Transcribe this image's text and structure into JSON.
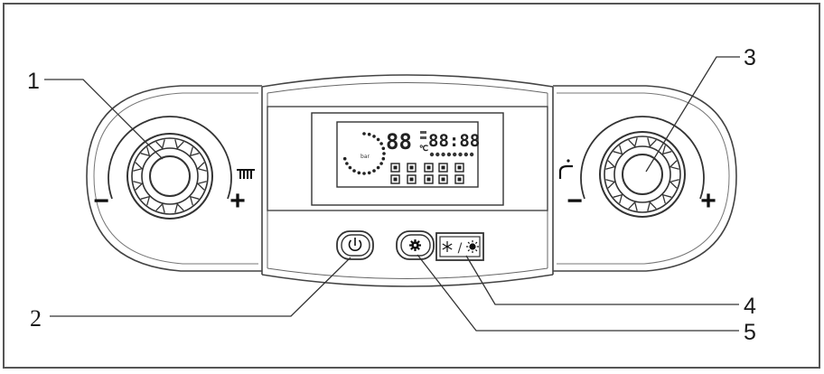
{
  "callouts": [
    {
      "id": "1",
      "text": "1"
    },
    {
      "id": "2",
      "text": "2"
    },
    {
      "id": "3",
      "text": "3"
    },
    {
      "id": "4",
      "text": "4"
    },
    {
      "id": "5",
      "text": "5"
    }
  ],
  "knob_signs": {
    "minus": "−",
    "plus": "+"
  },
  "lcd": {
    "pressure_unit": "bar",
    "left_digits": "88",
    "right_digits": "88:88",
    "temp_symbol": "℃"
  },
  "buttons": {
    "power_icon": "power-icon",
    "settings_icon": "gear-icon",
    "season_icon": "snowflake-sun-icon",
    "season_separator": "/"
  }
}
